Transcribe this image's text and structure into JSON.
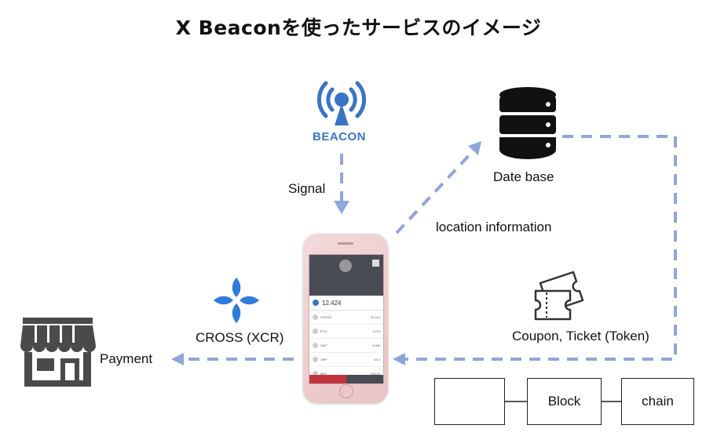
{
  "title": "X Beaconを使ったサービスのイメージ",
  "labels": {
    "beacon": "BEACON",
    "signal": "Signal",
    "database": "Date base",
    "location": "location information",
    "coupon": "Coupon, Ticket (Token)",
    "cross": "CROSS (XCR)",
    "payment": "Payment"
  },
  "blockchain": [
    "",
    "Block",
    "chain"
  ],
  "phone_screen": {
    "balance": "12.424",
    "rows": [
      {
        "name": "CROSS",
        "value": "12.424"
      },
      {
        "name": "ETH",
        "value": "1.473"
      },
      {
        "name": "OMT",
        "value": "0.000"
      },
      {
        "name": "XRP",
        "value": "33.4"
      },
      {
        "name": "MAT",
        "value": "145.23"
      }
    ]
  },
  "colors": {
    "arrow": "#8ea6d9",
    "beacon_blue": "#3a74c4",
    "cross_blue": "#2f7bd9",
    "icon_dark": "#222222"
  },
  "icons": [
    "beacon-icon",
    "database-icon",
    "ticket-icon",
    "cross-logo-icon",
    "store-icon",
    "smartphone-icon"
  ]
}
